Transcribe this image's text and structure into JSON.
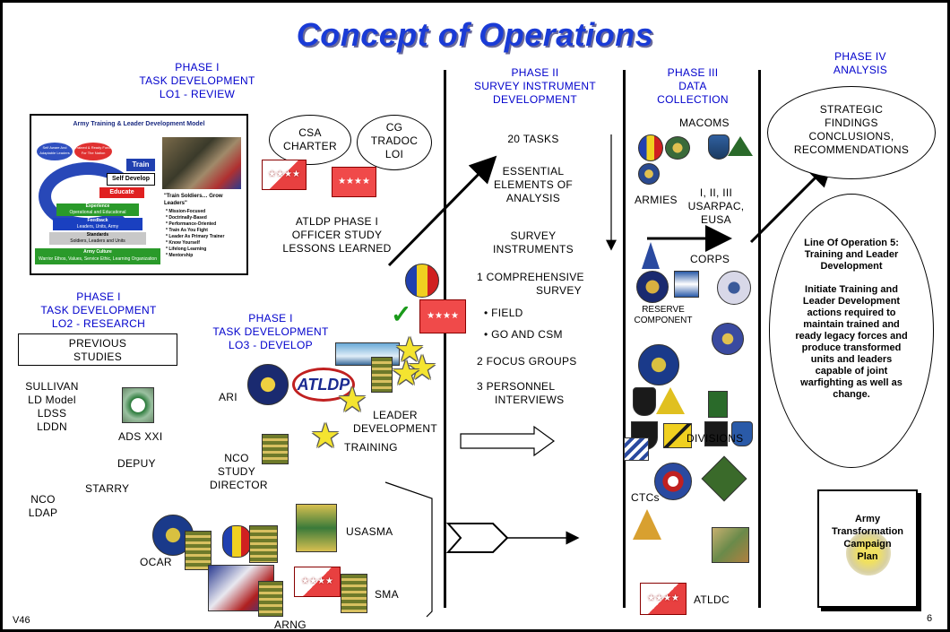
{
  "title": "Concept of Operations",
  "phase1_lo1": {
    "line1": "PHASE I",
    "line2": "TASK DEVELOPMENT",
    "line3": "LO1 - REVIEW"
  },
  "model": {
    "title": "Army Training & Leader Development Model",
    "self_aware": "Self Aware And Adaptable Leaders",
    "trained_ready": "Trained & Ready Force For The Nation",
    "train": "Train",
    "self_develop": "Self Develop",
    "educate": "Educate",
    "experience": "Experience",
    "experience_sub": "Operational and Educational",
    "feedback": "Feedback",
    "feedback_sub": "Leaders, Units, Army",
    "standards": "Standards",
    "standards_sub": "Soldiers, Leaders and Units",
    "army_culture": "Army Culture",
    "army_culture_sub": "Warrior Ethos, Values, Service Ethic, Learning Organization",
    "quote": "\"Train Soldiers… Grow Leaders\"",
    "bullets": [
      "* Mission-Focused",
      "* Doctrinally-Based",
      "* Performance-Oriented",
      "* Train As You Fight",
      "* Leader As Primary Trainer",
      "* Know Yourself",
      "* Lifelong Learning",
      "* Mentorship"
    ]
  },
  "csa_charter": [
    "CSA",
    "CHARTER"
  ],
  "cg_tradoc": [
    "CG",
    "TRADOC",
    "LOI"
  ],
  "flag_stars": "★★★★",
  "atldp_phase1": [
    "ATLDP PHASE I",
    "OFFICER STUDY",
    "LESSONS LEARNED"
  ],
  "phase1_lo2": {
    "line1": "PHASE I",
    "line2": "TASK DEVELOPMENT",
    "line3": "LO2 - RESEARCH"
  },
  "previous_studies": [
    "PREVIOUS",
    "STUDIES"
  ],
  "studies_list": [
    "SULLIVAN",
    "LD Model",
    "LDSS",
    "LDDN"
  ],
  "ads_xxi": "ADS XXI",
  "depuy": "DEPUY",
  "starry": "STARRY",
  "nco_ldap": [
    "NCO",
    "LDAP"
  ],
  "phase1_lo3": {
    "line1": "PHASE I",
    "line2": "TASK DEVELOPMENT",
    "line3": "LO3 - DEVELOP"
  },
  "checkmark": "✓",
  "ari": "ARI",
  "atldp_logo": "ATLDP",
  "leader_development": [
    "LEADER",
    "DEVELOPMENT"
  ],
  "training": "TRAINING",
  "nco_study": [
    "NCO",
    "STUDY",
    "DIRECTOR"
  ],
  "ocar": "OCAR",
  "usasma": "USASMA",
  "sma": "SMA",
  "arng": "ARNG",
  "phase2": {
    "line1": "PHASE II",
    "line2": "SURVEY INSTRUMENT",
    "line3": "DEVELOPMENT"
  },
  "phase2_items": {
    "tasks": "20 TASKS",
    "eea": [
      "ESSENTIAL",
      "ELEMENTS OF",
      "ANALYSIS"
    ],
    "survey_instr": [
      "SURVEY",
      "INSTRUMENTS"
    ],
    "item1": [
      "1  COMPREHENSIVE",
      "SURVEY"
    ],
    "field": "•  FIELD",
    "go_csm": "•  GO AND CSM",
    "item2": "2  FOCUS GROUPS",
    "item3": [
      "3  PERSONNEL",
      "INTERVIEWS"
    ]
  },
  "phase3": {
    "line1": "PHASE III",
    "line2": "DATA",
    "line3": "COLLECTION"
  },
  "macoms": "MACOMS",
  "armies": "ARMIES",
  "armies_list": [
    "I, II, III",
    "USARPAC,",
    "EUSA"
  ],
  "corps": "CORPS",
  "reserve": [
    "RESERVE",
    "COMPONENT"
  ],
  "divisions": "DIVISIONS",
  "ctcs": "CTCs",
  "atldc": "ATLDC",
  "phase4": {
    "line1": "PHASE IV",
    "line2": "ANALYSIS"
  },
  "strategic": [
    "STRATEGIC",
    "FINDINGS",
    "CONCLUSIONS,",
    "RECOMMENDATIONS"
  ],
  "loo5_title": [
    "Line Of Operation 5:",
    "Training and Leader",
    "Development"
  ],
  "loo5_body": [
    "Initiate Training and",
    "Leader Development",
    "actions required to",
    "maintain trained and",
    "ready legacy forces and",
    "produce transformed",
    "units and leaders",
    "capable of joint",
    "warfighting as well as",
    "change."
  ],
  "campaign": [
    "Army",
    "Transformation",
    "Campaign",
    "Plan"
  ],
  "version": "V46",
  "page_number": "6"
}
